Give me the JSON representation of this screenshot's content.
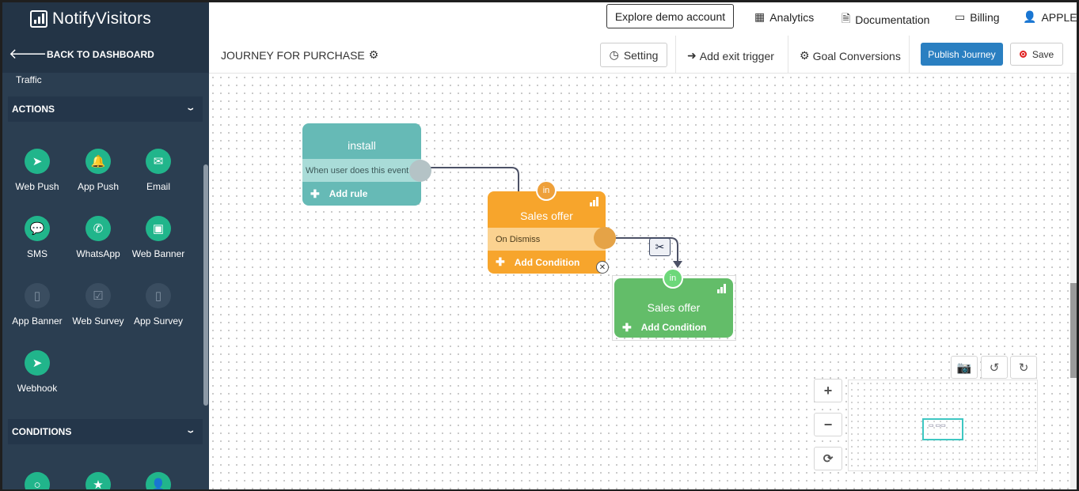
{
  "brand": {
    "name": "NotifyVisitors"
  },
  "sidebar": {
    "back_label": "BACK TO DASHBOARD",
    "traffic_label": "Traffic",
    "actions_header": "ACTIONS",
    "actions": [
      {
        "label": "Web Push",
        "icon": "paper-plane-icon",
        "glyph": "➤"
      },
      {
        "label": "App Push",
        "icon": "bell-icon",
        "glyph": "🔔"
      },
      {
        "label": "Email",
        "icon": "envelope-icon",
        "glyph": "✉"
      },
      {
        "label": "SMS",
        "icon": "chat-bubble-icon",
        "glyph": "💬"
      },
      {
        "label": "WhatsApp",
        "icon": "whatsapp-icon",
        "glyph": "✆"
      },
      {
        "label": "Web Banner",
        "icon": "image-icon",
        "glyph": "▣"
      },
      {
        "label": "App Banner",
        "icon": "mobile-icon",
        "glyph": "▯"
      },
      {
        "label": "Web Survey",
        "icon": "checkbox-icon",
        "glyph": "☑"
      },
      {
        "label": "App Survey",
        "icon": "mobile-icon",
        "glyph": "▯"
      },
      {
        "label": "Webhook",
        "icon": "paper-plane-icon",
        "glyph": "➤"
      }
    ],
    "conditions_header": "CONDITIONS"
  },
  "topbar": {
    "explore_label": "Explore demo account",
    "analytics_label": "Analytics",
    "documentation_label": "Documentation",
    "billing_label": "Billing",
    "user_label": "APPLE"
  },
  "journeybar": {
    "title": "JOURNEY FOR PURCHASE",
    "setting_label": "Setting",
    "exit_trigger_label": "Add exit trigger",
    "goal_label": "Goal Conversions",
    "publish_label": "Publish Journey",
    "save_label": "Save"
  },
  "canvas": {
    "install_node": {
      "title": "install",
      "rule_text": "When user does this event",
      "add_label": "Add rule"
    },
    "sales_node_1": {
      "badge": "in",
      "title": "Sales offer",
      "rule_text": "On Dismiss",
      "add_label": "Add Condition"
    },
    "sales_node_2": {
      "badge": "in",
      "title": "Sales offer",
      "add_label": "Add Condition"
    }
  },
  "colors": {
    "sidebar": "#2b3e51",
    "install_node": "#66bab6",
    "sales_offer_orange": "#f7a52c",
    "sales_offer_green": "#63bd69",
    "action_icon": "#21b58b",
    "publish": "#2a7fc1"
  }
}
